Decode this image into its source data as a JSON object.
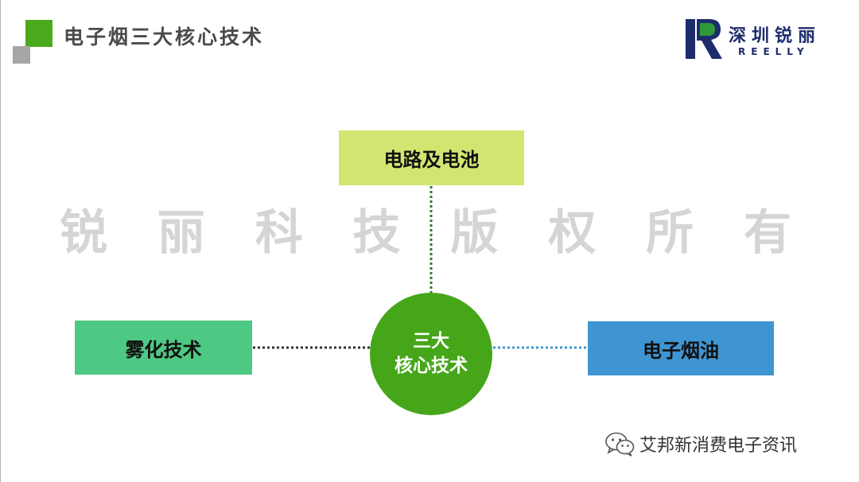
{
  "header": {
    "title": "电子烟三大核心技术"
  },
  "logo": {
    "name_cn": "深圳锐丽",
    "name_en": "REELLY",
    "colors": {
      "navy": "#1d2c6b",
      "green": "#2f9a37"
    }
  },
  "watermark": {
    "chars": [
      "锐",
      "丽",
      "科",
      "技",
      "版",
      "权",
      "所",
      "有"
    ]
  },
  "diagram": {
    "center": {
      "line1": "三大",
      "line2": "核心技术",
      "color": "#46a61a"
    },
    "top": {
      "label": "电路及电池",
      "color": "#d3e571",
      "connector": "dotted-green"
    },
    "left": {
      "label": "雾化技术",
      "color": "#4ec983",
      "connector": "dotted-dark"
    },
    "right": {
      "label": "电子烟油",
      "color": "#3f95d2",
      "connector": "dotted-blue"
    }
  },
  "credit": {
    "icon": "wechat-icon",
    "text": "艾邦新消费电子资讯"
  }
}
